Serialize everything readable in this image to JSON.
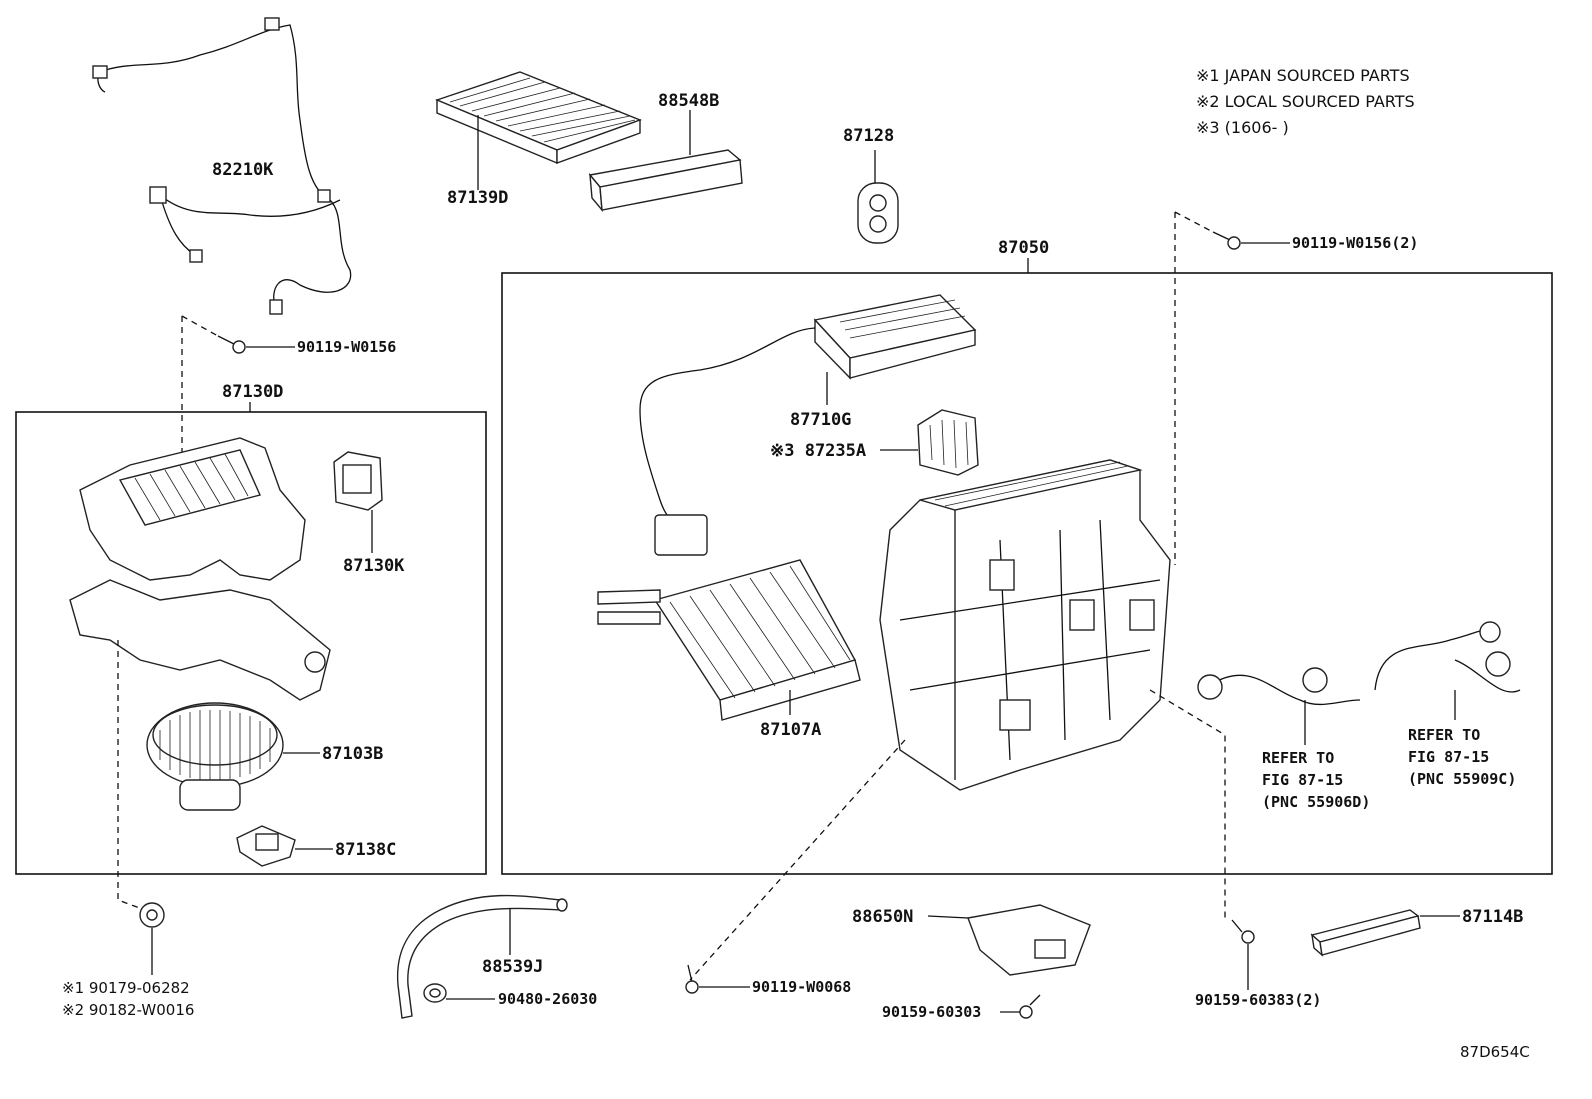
{
  "notes": [
    "※1 JAPAN SOURCED PARTS",
    "※2 LOCAL SOURCED PARTS",
    "※3 (1606-    )"
  ],
  "labels": {
    "p82210K": "82210K",
    "p87139D": "87139D",
    "p88548B": "88548B",
    "p87128": "87128",
    "p90119W0156_2": "90119-W0156(2)",
    "p87050": "87050",
    "p90119W0156": "90119-W0156",
    "p87130D": "87130D",
    "p87130K": "87130K",
    "p87710G": "87710G",
    "p87235A": "※3 87235A",
    "p87107A": "87107A",
    "p87103B": "87103B",
    "p87138C": "87138C",
    "refer1_l1": "REFER TO",
    "refer1_l2": "FIG 87-15",
    "refer1_l3": "(PNC 55906D)",
    "refer2_l1": "REFER TO",
    "refer2_l2": "FIG 87-15",
    "refer2_l3": "(PNC 55909C)",
    "p90179_06282": "※1 90179-06282",
    "p90182_W0016": "※2 90182-W0016",
    "p88539J": "88539J",
    "p90480_26030": "90480-26030",
    "p90119W0068": "90119-W0068",
    "p88650N": "88650N",
    "p90159_60303": "90159-60303",
    "p90159_60383_2": "90159-60383(2)",
    "p87114B": "87114B"
  },
  "figure_code": "87D654C"
}
